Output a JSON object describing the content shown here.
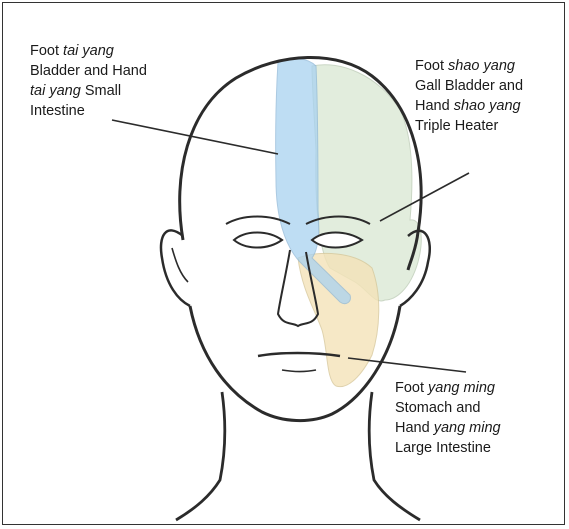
{
  "colors": {
    "outline": "#2b2b2b",
    "tai_yang_zone": "#a9d2f0",
    "shao_yang_zone": "#d9e8d2",
    "yang_ming_zone": "#f4e3b8",
    "frame": "#333333"
  },
  "labels": {
    "tai_yang": {
      "line1_a": "Foot ",
      "line1_b": "tai yang",
      "line2": "Bladder and Hand",
      "line3_a": "tai yang",
      "line3_b": " Small",
      "line4": "Intestine"
    },
    "shao_yang": {
      "line1_a": "Foot ",
      "line1_b": "shao yang",
      "line2": "Gall Bladder and",
      "line3_a": "Hand ",
      "line3_b": "shao yang",
      "line4": "Triple Heater"
    },
    "yang_ming": {
      "line1_a": "Foot ",
      "line1_b": "yang ming",
      "line2": "Stomach and",
      "line3_a": "Hand ",
      "line3_b": "yang ming",
      "line4": "Large Intestine"
    }
  }
}
